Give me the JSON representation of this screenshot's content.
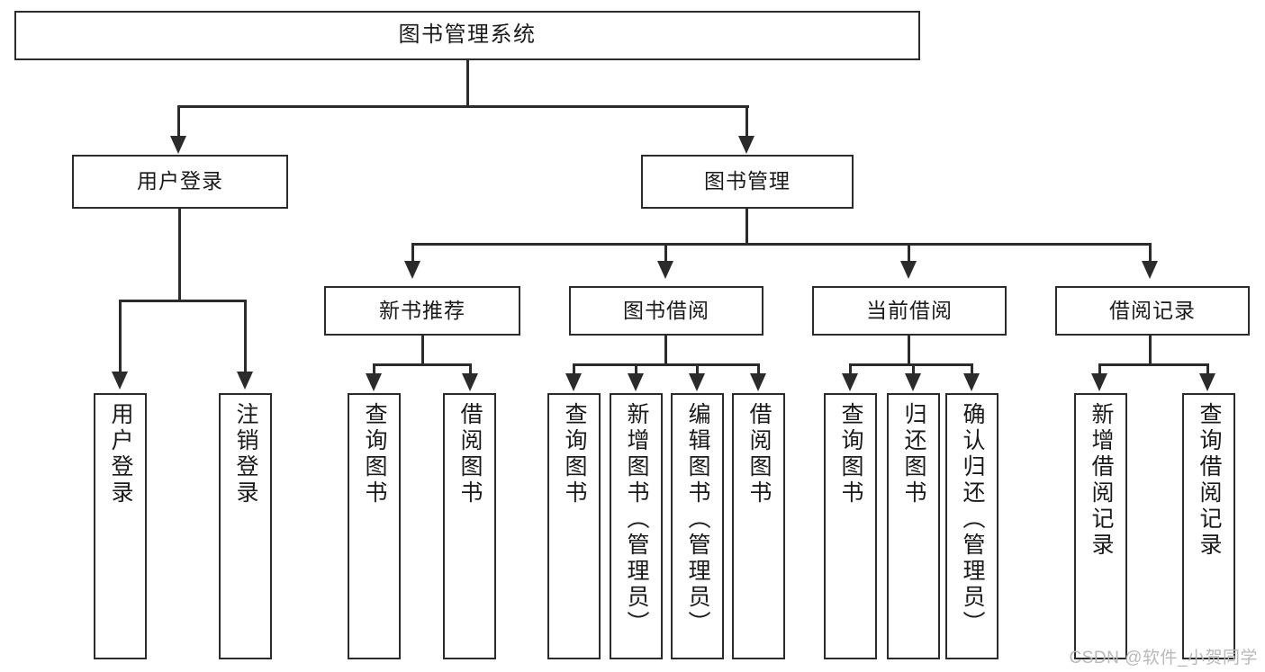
{
  "diagram": {
    "title": "图书管理系统",
    "type": "hierarchy-tree",
    "watermark": "CSDN @软件_小贺同学",
    "colors": {
      "stroke": "#2b2b2b",
      "fill": "#ffffff",
      "text": "#1a1a1a",
      "watermark": "#b9b9b9"
    },
    "nodes": {
      "root": {
        "label": "图书管理系统"
      },
      "level1": [
        {
          "label": "用户登录"
        },
        {
          "label": "图书管理"
        }
      ],
      "level2": [
        {
          "label": "新书推荐"
        },
        {
          "label": "图书借阅"
        },
        {
          "label": "当前借阅"
        },
        {
          "label": "借阅记录"
        }
      ],
      "leaves": {
        "user_login": [
          {
            "label": "用户登录"
          },
          {
            "label": "注销登录"
          }
        ],
        "new_book": [
          {
            "label": "查询图书"
          },
          {
            "label": "借阅图书"
          }
        ],
        "borrow_book": [
          {
            "label": "查询图书"
          },
          {
            "label": "新增图书（管理员）"
          },
          {
            "label": "编辑图书（管理员）"
          },
          {
            "label": "借阅图书"
          }
        ],
        "current_borrow": [
          {
            "label": "查询图书"
          },
          {
            "label": "归还图书"
          },
          {
            "label": "确认归还（管理员）"
          }
        ],
        "borrow_record": [
          {
            "label": "新增借阅记录"
          },
          {
            "label": "查询借阅记录"
          }
        ]
      }
    }
  }
}
